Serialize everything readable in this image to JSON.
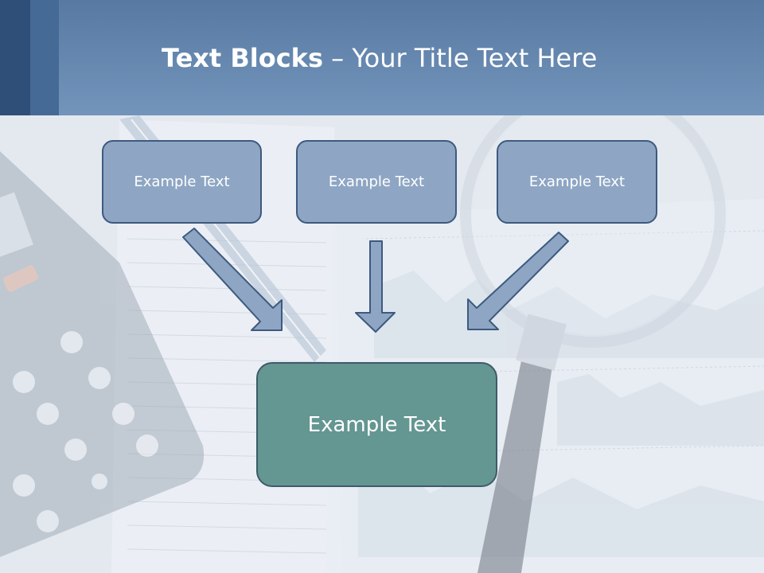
{
  "slide": {
    "title_bold": "Text Blocks",
    "title_rest": " – Your Title Text Here"
  },
  "diagram": {
    "top_boxes": [
      "Example Text",
      "Example Text",
      "Example Text"
    ],
    "target_box": "Example Text"
  },
  "colors": {
    "title_bar": "#6d8fb6",
    "box_fill": "#8ea6c4",
    "box_border": "#3d5a7e",
    "target_fill": "#649692",
    "arrow_fill": "#8ea6c4"
  }
}
